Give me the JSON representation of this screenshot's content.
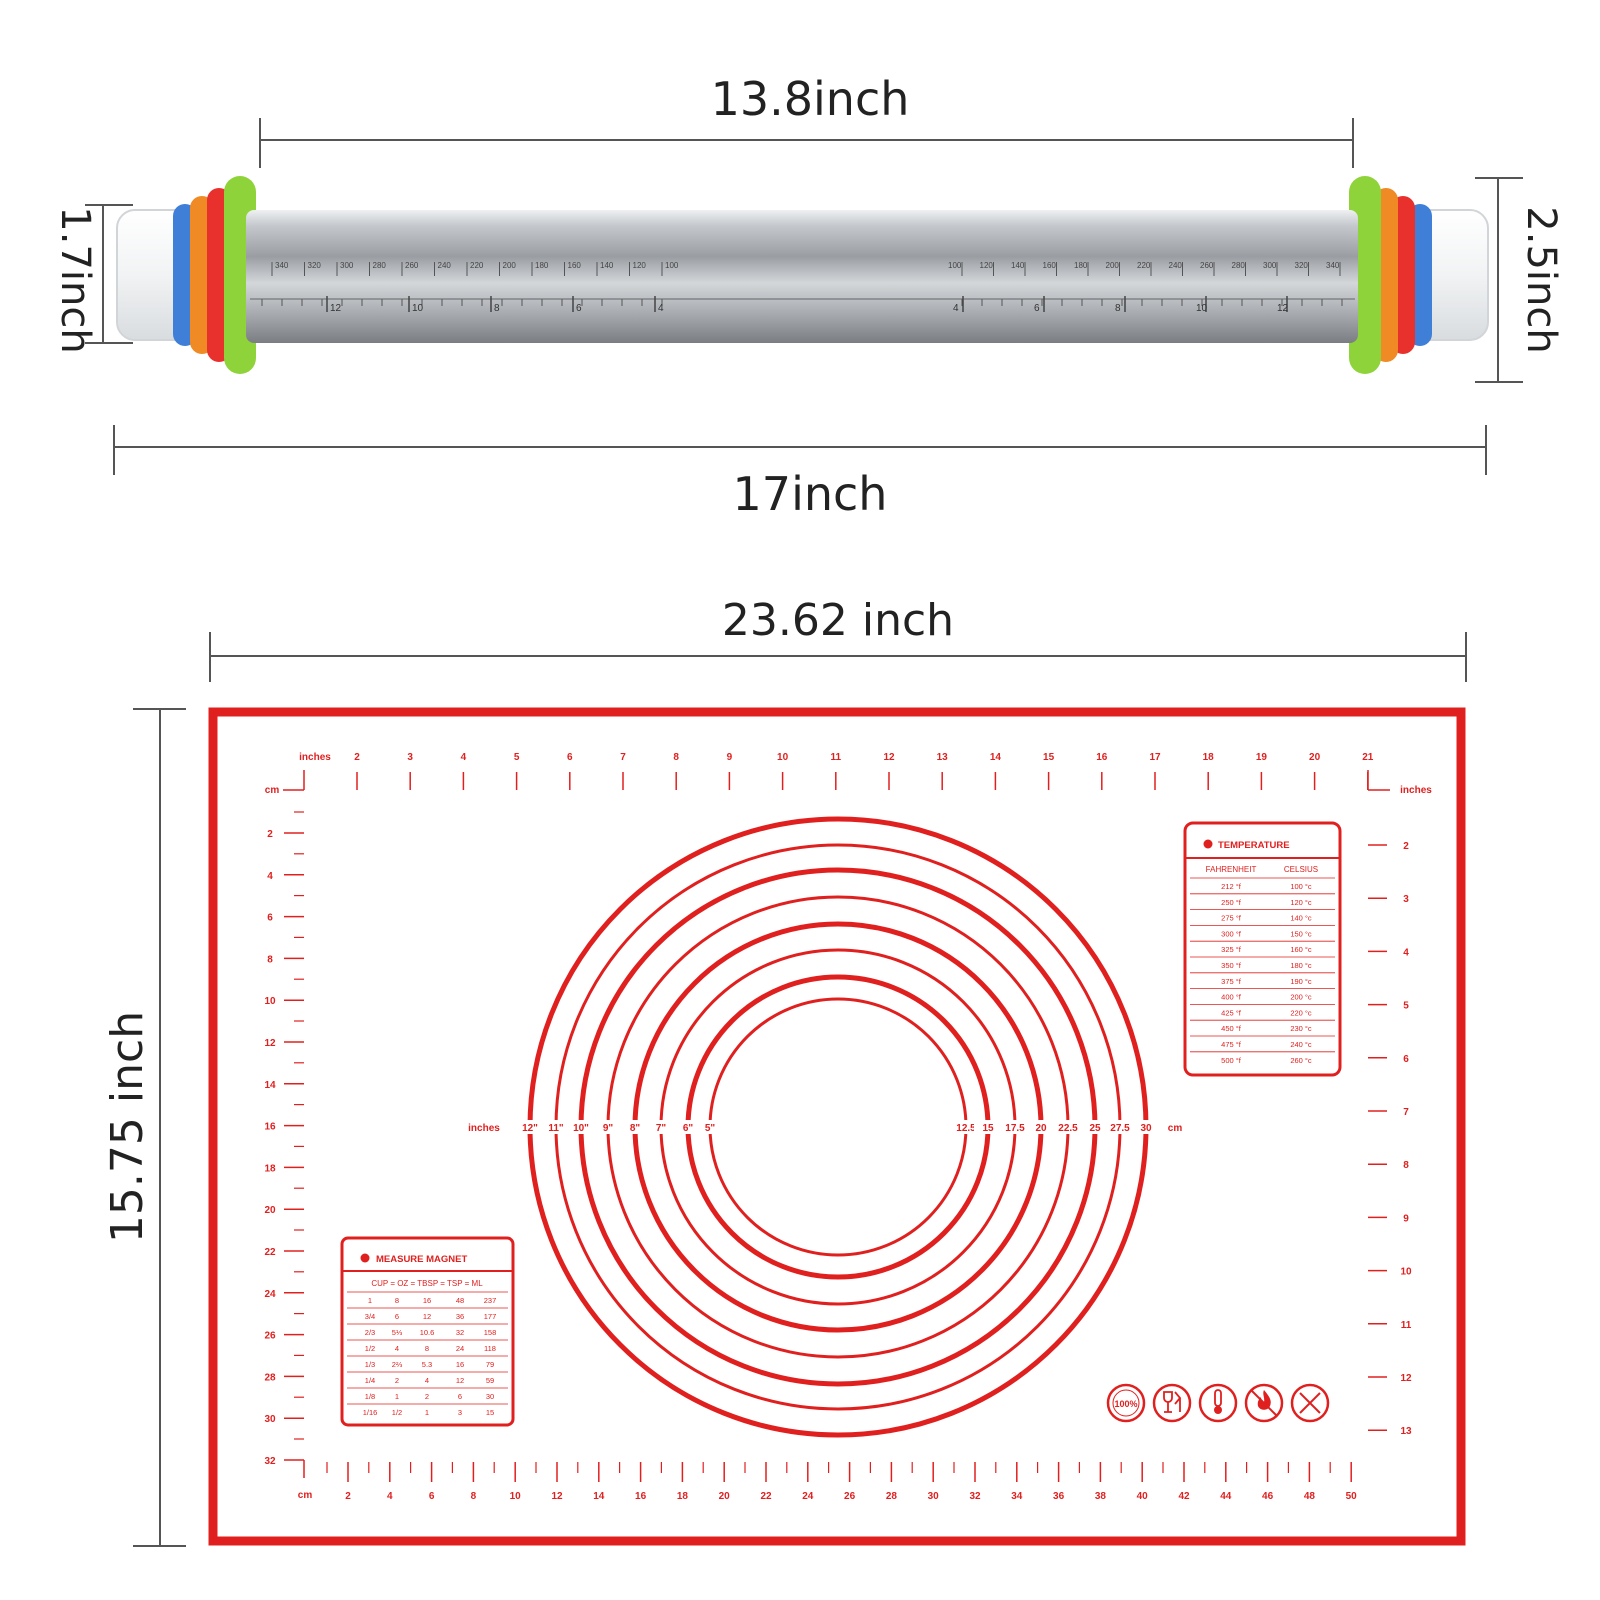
{
  "dimensions": {
    "pin_length": "13.8inch",
    "total_length": "17inch",
    "pin_diameter": "1.7inch",
    "ring_diameter": "2.5inch",
    "mat_width": "23.62 inch",
    "mat_height": "15.75 inch"
  },
  "pin_scale": {
    "left_cm": [
      "340",
      "320",
      "300",
      "280",
      "260",
      "240",
      "220",
      "200",
      "180",
      "160",
      "140",
      "120",
      "100"
    ],
    "right_cm": [
      "100",
      "120",
      "140",
      "160",
      "180",
      "200",
      "220",
      "240",
      "260",
      "280",
      "300",
      "320",
      "340"
    ],
    "left_in": [
      "12",
      "10",
      "8",
      "6",
      "4"
    ],
    "right_in": [
      "4",
      "6",
      "8",
      "10",
      "12"
    ]
  },
  "mat": {
    "unit_inches": "inches",
    "unit_cm": "cm",
    "top_ruler": [
      "2",
      "3",
      "4",
      "5",
      "6",
      "7",
      "8",
      "9",
      "10",
      "11",
      "12",
      "13",
      "14",
      "15",
      "16",
      "17",
      "18",
      "19",
      "20",
      "21"
    ],
    "left_ruler": [
      "2",
      "4",
      "6",
      "8",
      "10",
      "12",
      "14",
      "16",
      "18",
      "20",
      "22",
      "24",
      "26",
      "28",
      "30",
      "32"
    ],
    "right_ruler": [
      "2",
      "3",
      "4",
      "5",
      "6",
      "7",
      "8",
      "9",
      "10",
      "11",
      "12",
      "13"
    ],
    "bottom_ruler": [
      "2",
      "4",
      "6",
      "8",
      "10",
      "12",
      "14",
      "16",
      "18",
      "20",
      "22",
      "24",
      "26",
      "28",
      "30",
      "32",
      "34",
      "36",
      "38",
      "40",
      "42",
      "44",
      "46",
      "48",
      "50"
    ],
    "circle_inches": [
      "12\"",
      "11\"",
      "10\"",
      "9\"",
      "8\"",
      "7\"",
      "6\"",
      "5\""
    ],
    "circle_cm": [
      "12.5",
      "15",
      "17.5",
      "20",
      "22.5",
      "25",
      "27.5",
      "30"
    ],
    "temperature": {
      "title": "TEMPERATURE",
      "headers": [
        "FAHRENHEIT",
        "CELSIUS"
      ],
      "rows": [
        [
          "212 °f",
          "100 °c"
        ],
        [
          "250 °f",
          "120 °c"
        ],
        [
          "275 °f",
          "140 °c"
        ],
        [
          "300 °f",
          "150 °c"
        ],
        [
          "325 °f",
          "160 °c"
        ],
        [
          "350 °f",
          "180 °c"
        ],
        [
          "375 °f",
          "190 °c"
        ],
        [
          "400 °f",
          "200 °c"
        ],
        [
          "425 °f",
          "220 °c"
        ],
        [
          "450 °f",
          "230 °c"
        ],
        [
          "475 °f",
          "240 °c"
        ],
        [
          "500 °f",
          "260 °c"
        ]
      ]
    },
    "measure": {
      "title": "MEASURE MAGNET",
      "header": "CUP = OZ = TBSP = TSP = ML",
      "rows": [
        [
          "1",
          "8",
          "16",
          "48",
          "237"
        ],
        [
          "3/4",
          "6",
          "12",
          "36",
          "177"
        ],
        [
          "2/3",
          "5⅓",
          "10.6",
          "32",
          "158"
        ],
        [
          "1/2",
          "4",
          "8",
          "24",
          "118"
        ],
        [
          "1/3",
          "2⅔",
          "5.3",
          "16",
          "79"
        ],
        [
          "1/4",
          "2",
          "4",
          "12",
          "59"
        ],
        [
          "1/8",
          "1",
          "2",
          "6",
          "30"
        ],
        [
          "1/16",
          "1/2",
          "1",
          "3",
          "15"
        ]
      ]
    },
    "badge_text": "100%"
  },
  "colors": {
    "mat_red": "#e0201f",
    "ring_green": "#8fd33a",
    "ring_red": "#e8312d",
    "ring_orange": "#f08a24",
    "ring_blue": "#3f7fd8",
    "steel": "#b9bcc0"
  },
  "icons": [
    "platinum-silicone-badge-icon",
    "food-safe-icon",
    "temperature-icon",
    "heat-resistant-icon",
    "no-knife-icon"
  ]
}
